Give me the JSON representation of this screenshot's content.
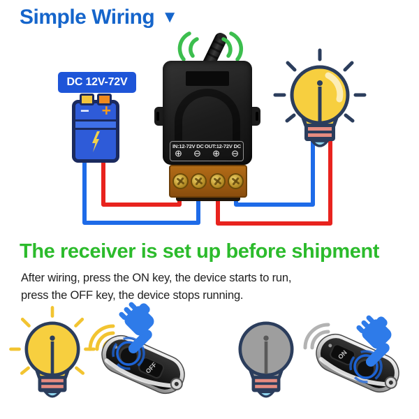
{
  "header": {
    "title": "Simple Wiring",
    "arrow": "▼"
  },
  "wiring": {
    "badge": "DC 12V-72V"
  },
  "battery": {
    "minus": "−",
    "plus": "+"
  },
  "device": {
    "in_label": "IN:12-72V DC",
    "out_label": "OUT:12-72V DC",
    "screws": [
      "⊕",
      "⊖",
      "⊕",
      "⊖"
    ]
  },
  "caption": {
    "heading": "The receiver is set up before shipment",
    "line1": "After wiring,  press the ON key, the device starts to run,",
    "line2": "press the OFF key, the device stops running."
  },
  "remotes": {
    "left_button_label": "OFF",
    "right_button_label": "ON"
  },
  "colors": {
    "accent_blue": "#1565CB",
    "badge_blue": "#1E55D8",
    "heading_green": "#2CBB2C",
    "wire_red": "#E8231E",
    "wire_blue": "#1E6BE8",
    "signal_green": "#3CBE4E",
    "signal_yellow": "#F2C431",
    "signal_gray": "#B3B3B3",
    "bulb_yellow": "#F7CF3F",
    "bulb_gray": "#9E9E9E",
    "hand_blue": "#2E7BE9"
  }
}
